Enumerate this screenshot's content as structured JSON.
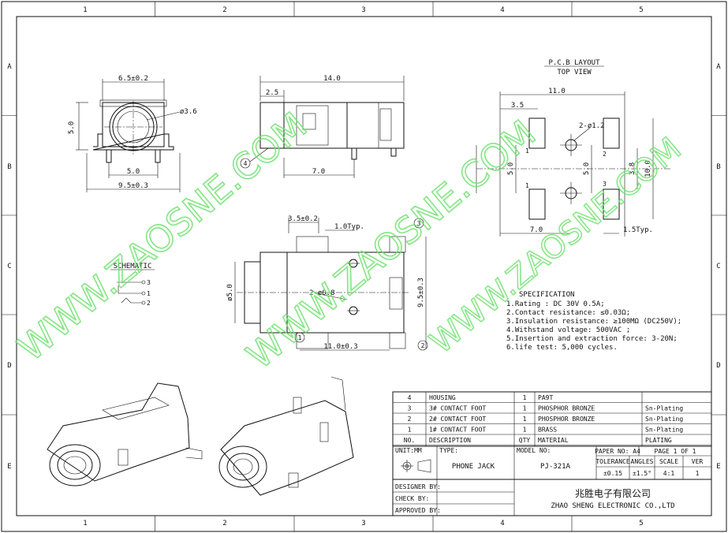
{
  "zones": {
    "columns": [
      "1",
      "2",
      "3",
      "4",
      "5"
    ],
    "rows": [
      "A",
      "B",
      "C",
      "D",
      "E"
    ]
  },
  "front_view": {
    "width_top": "6.5±0.2",
    "height": "5.0",
    "hole": "ø3.6",
    "pin_pitch": "5.0",
    "width_bottom": "9.5±0.3"
  },
  "side_view": {
    "length": "14.0",
    "offset": "2.5",
    "pin_pos": "7.0",
    "callout": "4"
  },
  "pcb_layout": {
    "title": "P.C.B LAYOUT",
    "subtitle": "TOP VIEW",
    "dims": {
      "width": "11.0",
      "left": "3.5",
      "hole": "2-ø1.2",
      "h1": "5.0",
      "h2": "5.0",
      "h3": "3.8",
      "height": "10.0",
      "bottom": "7.0",
      "pad": "1.5Typ."
    },
    "pad_labels": [
      "1",
      "2",
      "3",
      "1"
    ]
  },
  "bottom_view": {
    "d1": "3.5±0.2",
    "d2": "1.0Typ.",
    "d3": "ø5.0",
    "d4": "2-ø0.8",
    "d5": "9.5±0.3",
    "d6": "11.0±0.3",
    "callouts": [
      "3",
      "1",
      "2"
    ]
  },
  "schematic": {
    "title": "SCHEMATIC",
    "pins": [
      "3",
      "1",
      "2"
    ]
  },
  "specification": {
    "title": "SPECIFICATION",
    "items": [
      "1.Rating : DC 30V 0.5A;",
      "2.Contact resistance: ≤0.03Ω;",
      "3.Insulation resistance: ≥100MΩ (DC250V);",
      "4.Withstand voltage: 500VAC ;",
      "5.Insertion and extraction force: 3-20N;",
      "6.life test: 5,000 cycles."
    ]
  },
  "bom": {
    "rows": [
      [
        "4",
        "HOUSING",
        "1",
        "PA9T",
        ""
      ],
      [
        "3",
        "3# CONTACT FOOT",
        "1",
        "PHOSPHOR BRONZE",
        "Sn-Plating"
      ],
      [
        "2",
        "2# CONTACT FOOT",
        "1",
        "PHOSPHOR BRONZE",
        "Sn-Plating"
      ],
      [
        "1",
        "1# CONTACT FOOT",
        "1",
        "BRASS",
        "Sn-Plating"
      ]
    ],
    "header": [
      "NO.",
      "DESCRIPTION",
      "QTY",
      "MATERIAL",
      "PLATING"
    ]
  },
  "title_block": {
    "unit": "UNIT:MM",
    "type_label": "TYPE:",
    "type": "PHONE JACK",
    "model_label": "MODEL NO:",
    "model": "PJ-321A",
    "paper": "PAPER NO: A4",
    "page": "PAGE 1 OF 1",
    "tol_headers": [
      "TOLERANCE",
      "ANGLES",
      "SCALE",
      "VER"
    ],
    "tol_values": [
      "±0.15",
      "±1.5°",
      "4:1",
      "1"
    ],
    "designer": "DESIGNER BY:",
    "check": "CHECK BY:",
    "approved": "APPROVED BY:",
    "company_cn": "兆胜电子有限公司",
    "company_en": "ZHAO SHENG ELECTRONIC CO.,LTD"
  },
  "watermark": "WWW.ZAOSNE.COM"
}
